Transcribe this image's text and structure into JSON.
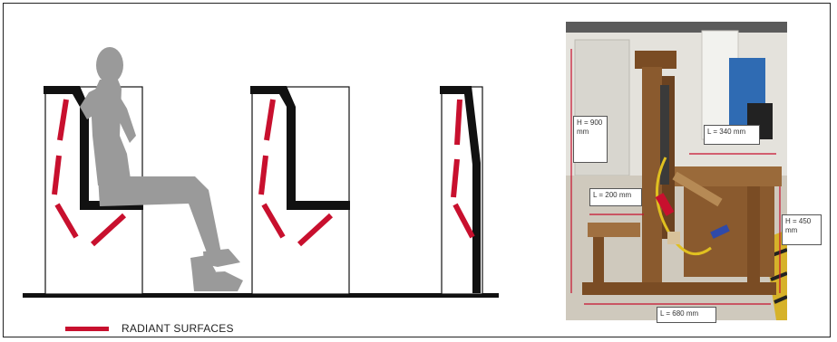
{
  "legend": {
    "label": "RADIANT SURFACES",
    "color": "#c8102e"
  },
  "colors": {
    "chair": "#111111",
    "radiant": "#c8102e",
    "person": "#9a9a9a",
    "wood": "#8a5a2e"
  },
  "photo": {
    "dim_height": "H = 900 mm",
    "dim_back_length": "L = 340 mm",
    "dim_foot_length": "L = 200 mm",
    "dim_seat_height": "H = 450 mm",
    "dim_total_length": "L = 680 mm"
  }
}
